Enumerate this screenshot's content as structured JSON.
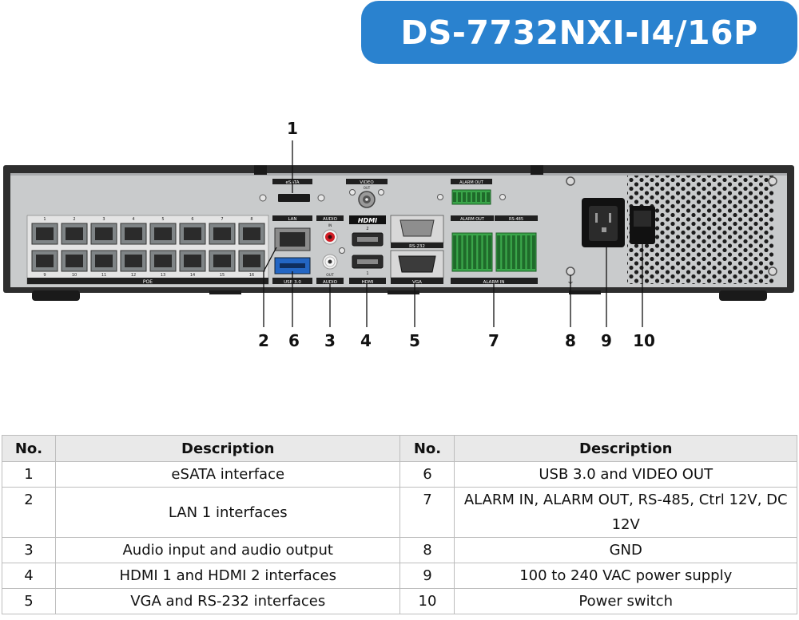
{
  "model_title": "DS-7732NXI-I4/16P",
  "panel_labels": {
    "esata": "eSATA",
    "video_out": "VIDEO",
    "video_out_sub": "OUT",
    "alarm_out_top": "ALARM OUT",
    "lan": "LAN",
    "audio": "AUDIO",
    "audio_in": "IN",
    "audio_out": "OUT",
    "hdmi_logo": "HDMI",
    "alarm_out": "ALARM OUT",
    "rs485": "RS-485",
    "rs232": "RS-232",
    "poe": "POE",
    "usb30": "USB 3.0",
    "hdmi": "HDMI",
    "vga": "VGA",
    "alarm_in": "ALARM IN",
    "port_numbers_top": [
      "1",
      "2",
      "3",
      "4",
      "5",
      "6",
      "7",
      "8"
    ],
    "port_numbers_bottom": [
      "9",
      "10",
      "11",
      "12",
      "13",
      "14",
      "15",
      "16"
    ],
    "hdmi_port_2": "2",
    "hdmi_port_1": "1"
  },
  "callouts": [
    "1",
    "2",
    "6",
    "3",
    "4",
    "5",
    "7",
    "8",
    "9",
    "10"
  ],
  "table": {
    "headers": [
      "No.",
      "Description",
      "No.",
      "Description"
    ],
    "rows": [
      {
        "no1": "1",
        "desc1": "eSATA interface",
        "no2": "6",
        "desc2": "USB 3.0 and VIDEO OUT"
      },
      {
        "no1": "2",
        "desc1": "LAN 1 interfaces",
        "no2": "7",
        "desc2_line1": "ALARM IN, ALARM OUT, RS-485, Ctrl 12V, DC",
        "desc2_line2": "12V"
      },
      {
        "no1": "3",
        "desc1": "Audio input and audio output",
        "no2": "8",
        "desc2": "GND"
      },
      {
        "no1": "4",
        "desc1": "HDMI 1 and HDMI 2 interfaces",
        "no2": "9",
        "desc2": "100 to 240 VAC power supply"
      },
      {
        "no1": "5",
        "desc1": "VGA and RS-232 interfaces",
        "no2": "10",
        "desc2": "Power switch"
      }
    ]
  }
}
